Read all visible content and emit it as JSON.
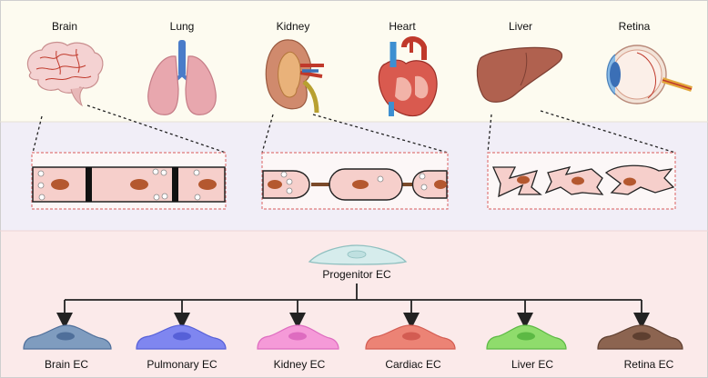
{
  "organs": [
    {
      "key": "brain",
      "label": "Brain",
      "icon": "brain-icon"
    },
    {
      "key": "lung",
      "label": "Lung",
      "icon": "lung-icon"
    },
    {
      "key": "kidney",
      "label": "Kidney",
      "icon": "kidney-icon"
    },
    {
      "key": "heart",
      "label": "Heart",
      "icon": "heart-icon"
    },
    {
      "key": "liver",
      "label": "Liver",
      "icon": "liver-icon"
    },
    {
      "key": "retina",
      "label": "Retina",
      "icon": "eye-icon"
    }
  ],
  "vessel_types": [
    "continuous-tight",
    "fenestrated",
    "sinusoidal-discontinuous"
  ],
  "progenitor": {
    "label": "Progenitor EC",
    "color": "#d6ecec"
  },
  "endothelial_cells": [
    {
      "label": "Brain EC",
      "color": "#7f9cbf",
      "nucleus": "#4f6f9a"
    },
    {
      "label": "Pulmonary EC",
      "color": "#7f86f0",
      "nucleus": "#5660d8"
    },
    {
      "label": "Kidney EC",
      "color": "#f59ad8",
      "nucleus": "#de6cc0"
    },
    {
      "label": "Cardiac EC",
      "color": "#ec8375",
      "nucleus": "#d35c52"
    },
    {
      "label": "Liver EC",
      "color": "#8fdc6c",
      "nucleus": "#5cb944"
    },
    {
      "label": "Retina EC",
      "color": "#8c6450",
      "nucleus": "#5e3f30"
    }
  ],
  "colors": {
    "top_band": "#fdfbf0",
    "middle_band": "#f1eef7",
    "bottom_band": "#fbeaea",
    "vessel_fill": "#f6cfcb",
    "nucleus": "#b4582f",
    "dashed_frame": "#e07a7a"
  }
}
